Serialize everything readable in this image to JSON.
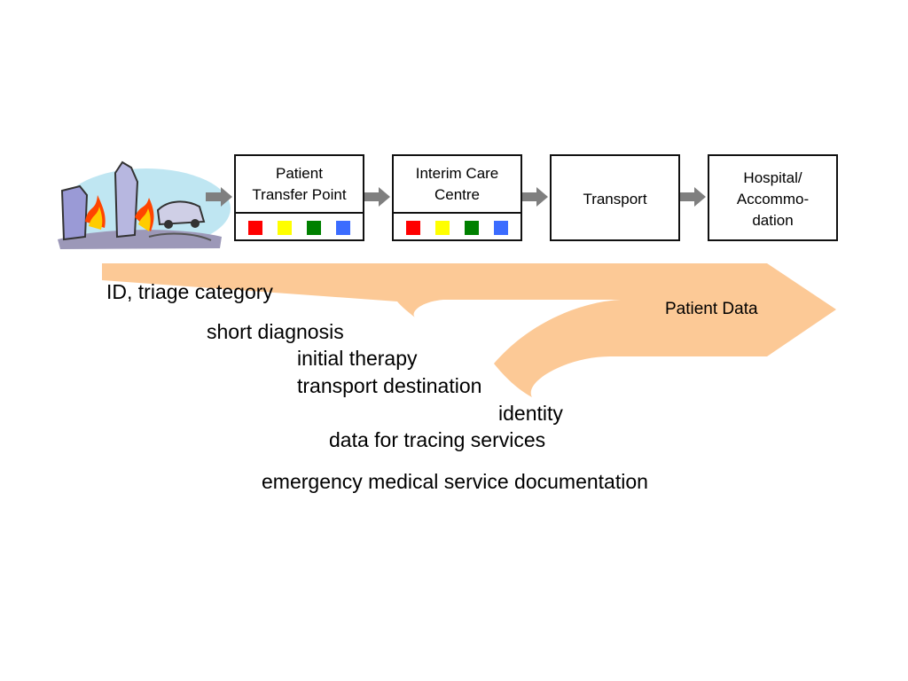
{
  "stages": [
    {
      "id": "ptp",
      "label": "Patient\nTransfer Point",
      "has_swatches": true
    },
    {
      "id": "icc",
      "label": "Interim Care\nCentre",
      "has_swatches": true
    },
    {
      "id": "transport",
      "label": "Transport",
      "has_swatches": false
    },
    {
      "id": "hospital",
      "label": "Hospital/\nAccommo-\ndation",
      "has_swatches": false
    }
  ],
  "triage_colors": [
    "#ff0000",
    "#ffff00",
    "#008000",
    "#3b6cff"
  ],
  "flow_arrow_color": "#7f7f7f",
  "data_band_color": "#fcc996",
  "data_band_label": "Patient Data",
  "data_items": {
    "id_triage": "ID, triage category",
    "short_diagnosis": "short diagnosis",
    "initial_therapy": "initial therapy",
    "transport_destination": "transport destination",
    "identity": "identity",
    "tracing": "data for tracing services",
    "ems_documentation": "emergency medical service documentation"
  },
  "scene_icon": "disaster-scene-illustration"
}
